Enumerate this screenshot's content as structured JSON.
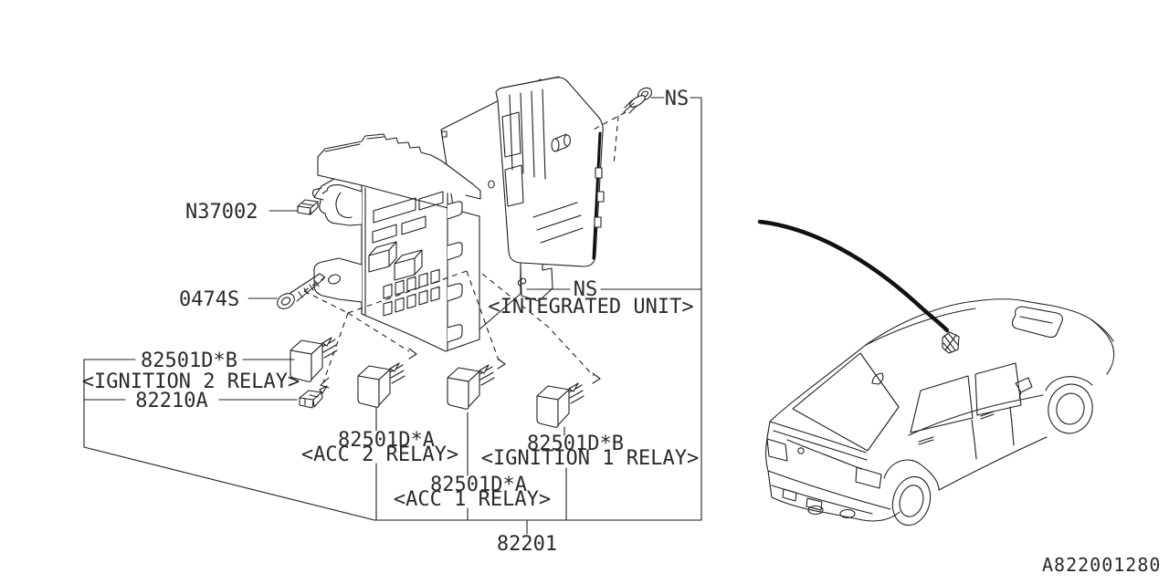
{
  "diagram": {
    "type": "vehicle-parts-exploded-diagram",
    "background": "#ffffff",
    "line_color": "#1f1f1f",
    "text_color": "#2a2a2a",
    "footer_code": "A822001280",
    "labels": {
      "clip": "N37002",
      "screw": "0474S",
      "ignition2_part": "82501D*B",
      "ignition2_name": "<IGNITION 2 RELAY>",
      "fuse": "82210A",
      "acc2_part": "82501D*A",
      "acc2_name": "<ACC 2 RELAY>",
      "acc1_part": "82501D*A",
      "acc1_name": "<ACC 1 RELAY>",
      "ignition1_part": "82501D*B",
      "ignition1_name": "<IGNITION 1 RELAY>",
      "ns_screw": "NS",
      "unit_part": "NS",
      "unit_name": "<INTEGRATED UNIT>",
      "fuse_box": "82201"
    }
  }
}
